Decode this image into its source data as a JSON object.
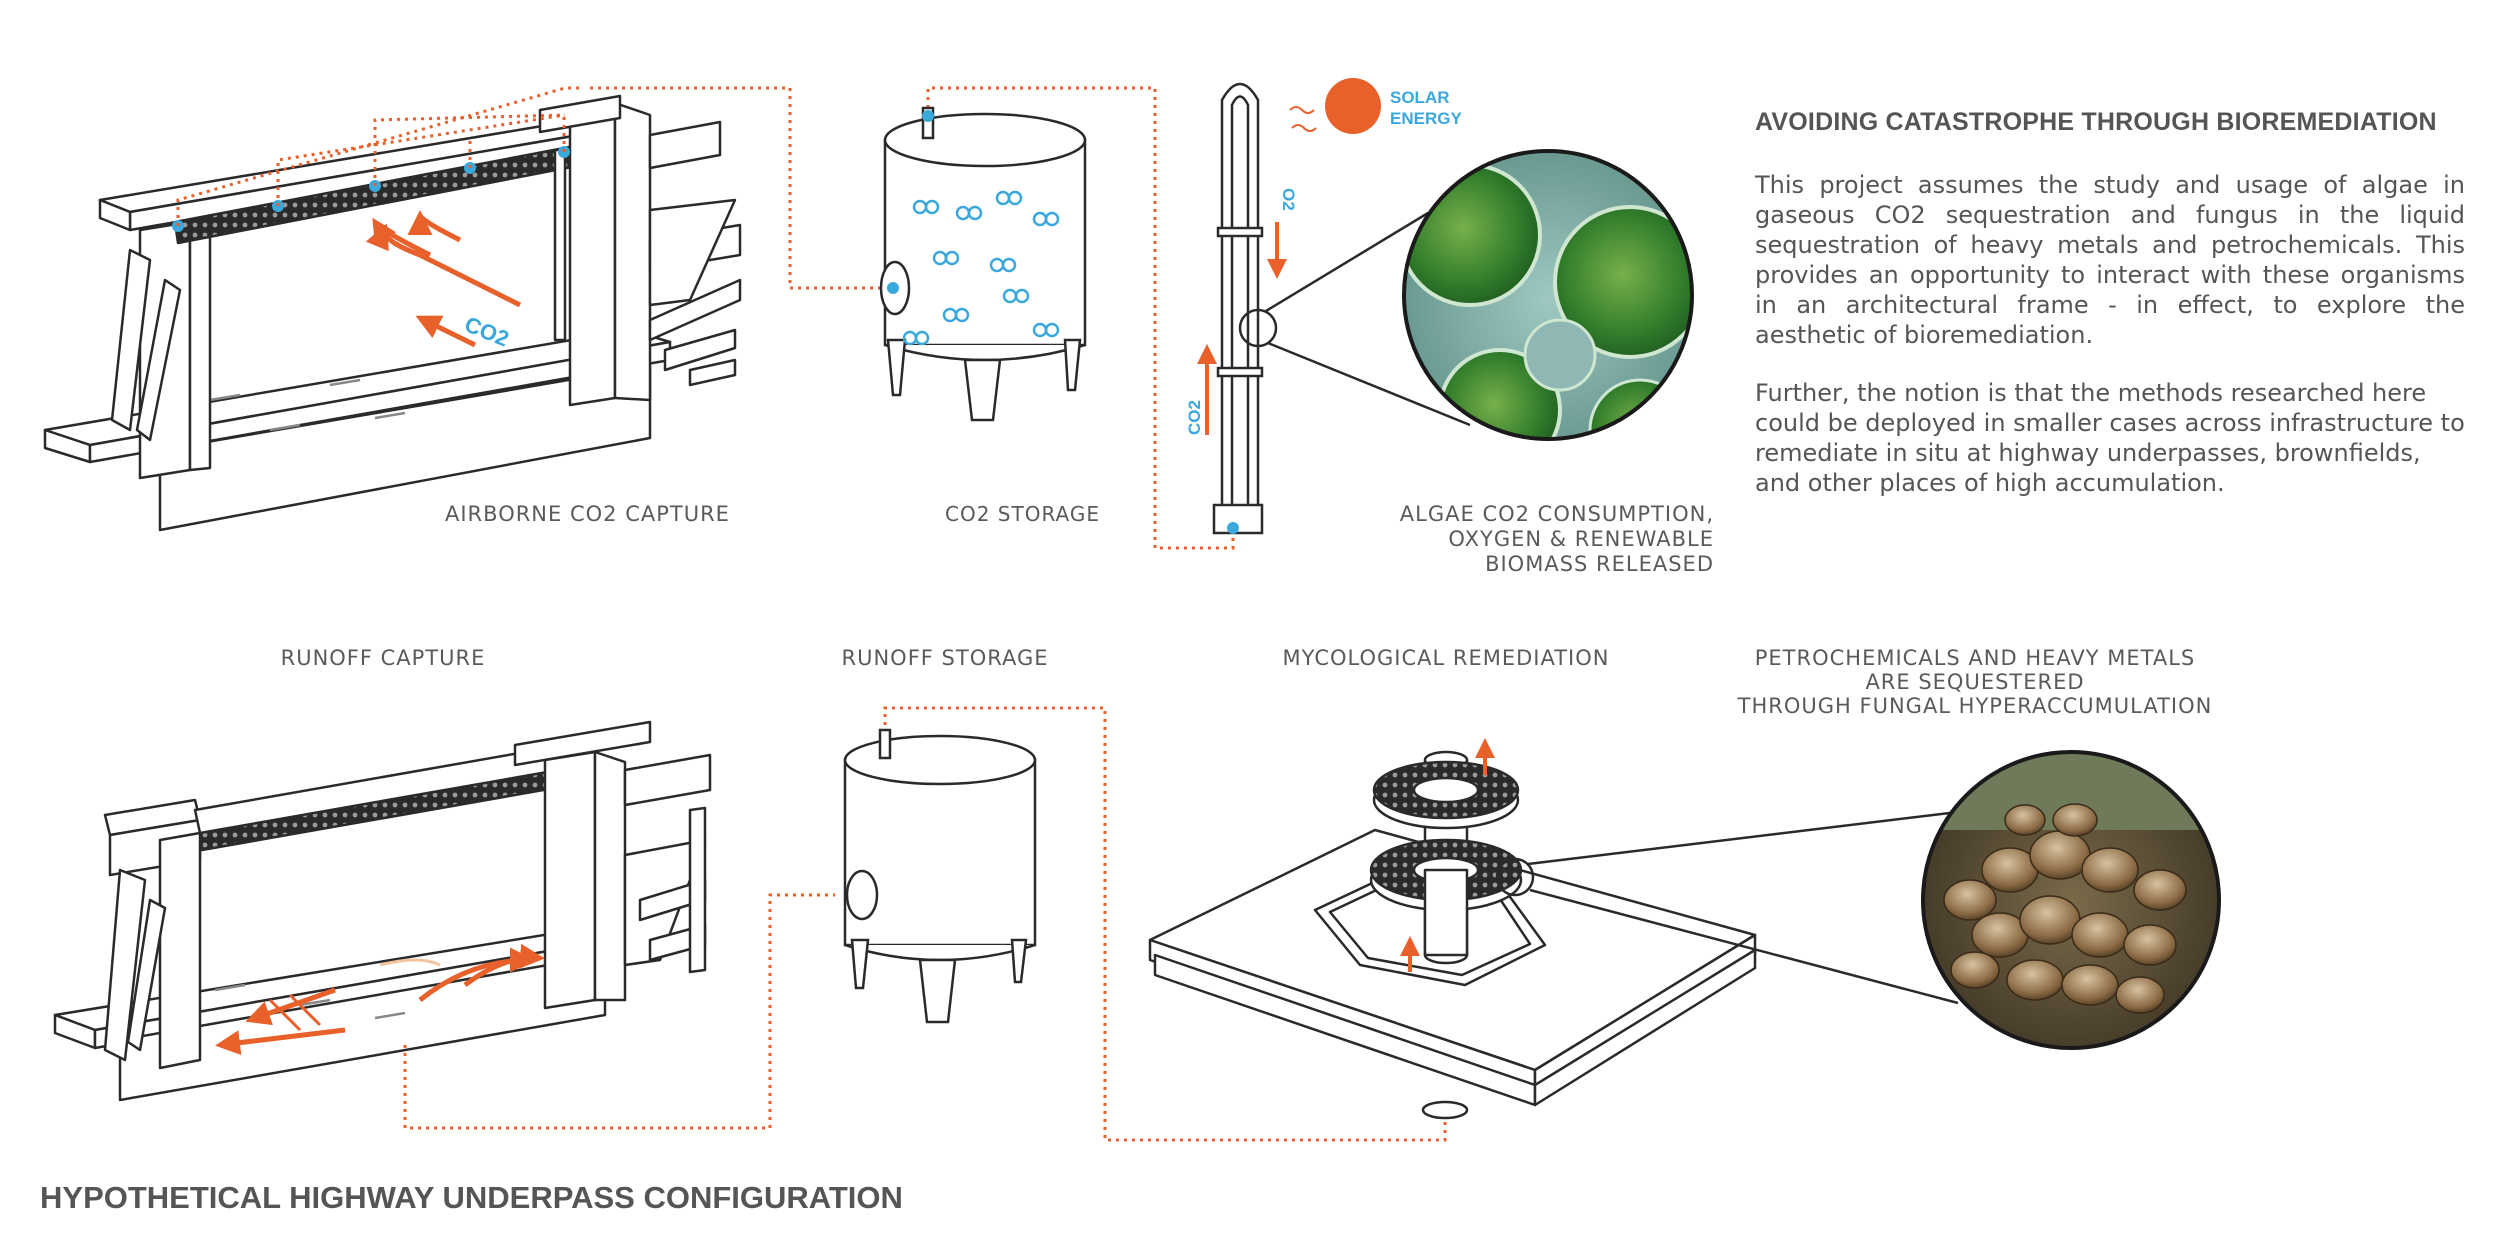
{
  "labels": {
    "airborne_capture": "AIRBORNE CO2 CAPTURE",
    "co2_storage": "CO2 STORAGE",
    "algae_line1": "ALGAE CO2 CONSUMPTION,",
    "algae_line2": "OXYGEN & RENEWABLE",
    "algae_line3": "BIOMASS RELEASED",
    "runoff_capture": "RUNOFF CAPTURE",
    "runoff_storage": "RUNOFF STORAGE",
    "mycological": "MYCOLOGICAL REMEDIATION",
    "petro_line1": "PETROCHEMICALS AND HEAVY METALS",
    "petro_line2": "ARE SEQUESTERED",
    "petro_line3": "THROUGH FUNGAL HYPERACCUMULATION",
    "solar_line1": "SOLAR",
    "solar_line2": "ENERGY",
    "o2": "O2",
    "co2_vertical": "CO2",
    "co2_arrow": "CO2"
  },
  "text": {
    "heading": "AVOIDING CATASTROPHE THROUGH BIOREMEDIATION",
    "para1": "This project assumes the study and usage of algae in gaseous CO2 sequestration and fungus in the liquid sequestration of heavy metals and petrochemicals. This provides an opportunity to interact with these organisms in an architectural frame - in effect, to explore the aesthetic of bioremediation.",
    "para2": "Further, the notion is that the methods researched here could be deployed in smaller cases across infrastructure to remediate in situ at highway underpasses, brownfields, and other places of high accumulation.",
    "footer_title": "HYPOTHETICAL HIGHWAY UNDERPASS CONFIGURATION"
  },
  "colors": {
    "orange": "#e8602a",
    "blue": "#3ba8dc",
    "line": "#2a2a2a",
    "text": "#555555"
  }
}
